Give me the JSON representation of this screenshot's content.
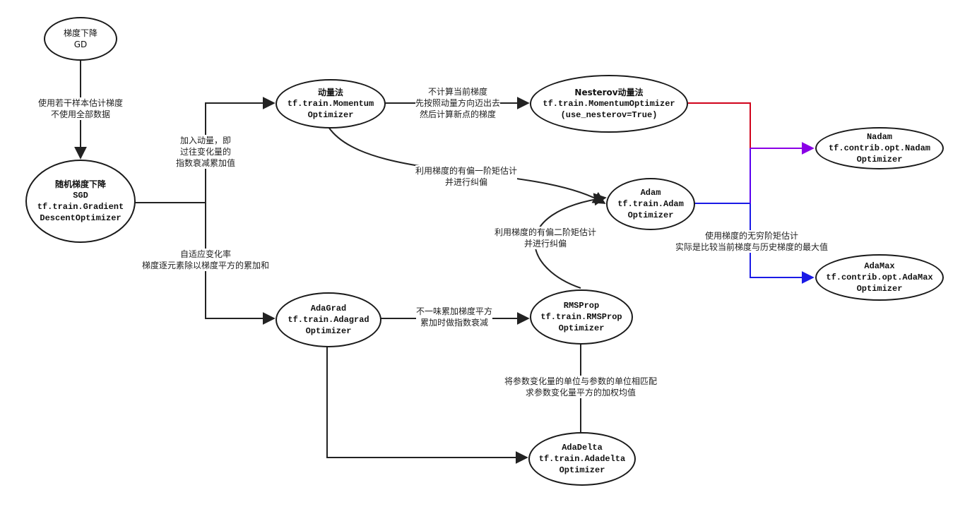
{
  "nodes": {
    "gd": {
      "title": "梯度下降",
      "sub": "GD"
    },
    "sgd": {
      "title": "随机梯度下降",
      "sub": "SGD",
      "api1": "tf.train.Gradient",
      "api2": "DescentOptimizer"
    },
    "momentum": {
      "title": "动量法",
      "api1": "tf.train.Momentum",
      "api2": "Optimizer"
    },
    "nesterov": {
      "title": "Nesterov动量法",
      "api1": "tf.train.MomentumOptimizer",
      "api2": "(use_nesterov=True)"
    },
    "nadam": {
      "title": "Nadam",
      "api1": "tf.contrib.opt.Nadam",
      "api2": "Optimizer"
    },
    "adam": {
      "title": "Adam",
      "api1": "tf.train.Adam",
      "api2": "Optimizer"
    },
    "adamax": {
      "title": "AdaMax",
      "api1": "tf.contrib.opt.AdaMax",
      "api2": "Optimizer"
    },
    "adagrad": {
      "title": "AdaGrad",
      "api1": "tf.train.Adagrad",
      "api2": "Optimizer"
    },
    "rmsprop": {
      "title": "RMSProp",
      "api1": "tf.train.RMSProp",
      "api2": "Optimizer"
    },
    "adadelta": {
      "title": "AdaDelta",
      "api1": "tf.train.Adadelta",
      "api2": "Optimizer"
    }
  },
  "edges": {
    "gd_sgd": [
      "使用若干样本估计梯度",
      "不使用全部数据"
    ],
    "sgd_momentum": [
      "加入动量，即",
      "过往变化量的",
      "指数衰减累加值"
    ],
    "sgd_adagrad": [
      "自适应变化率",
      "梯度逐元素除以梯度平方的累加和"
    ],
    "momentum_nesterov": [
      "不计算当前梯度",
      "先按照动量方向迈出去",
      "然后计算新点的梯度"
    ],
    "momentum_adam": [
      "利用梯度的有偏一阶矩估计",
      "并进行纠偏"
    ],
    "rmsprop_adam": [
      "利用梯度的有偏二阶矩估计",
      "并进行纠偏"
    ],
    "adam_adamax": [
      "使用梯度的无穷阶矩估计",
      "实际是比较当前梯度与历史梯度的最大值"
    ],
    "adagrad_rmsprop": [
      "不一味累加梯度平方",
      "累加时做指数衰减"
    ],
    "rmsprop_adadelta": [
      "将参数变化量的单位与参数的单位相匹配",
      "求参数变化量平方的加权均值"
    ]
  },
  "colors": {
    "line": "#222222",
    "red": "#d0021b",
    "purple": "#8a00e6",
    "blue": "#1a1ae6"
  }
}
